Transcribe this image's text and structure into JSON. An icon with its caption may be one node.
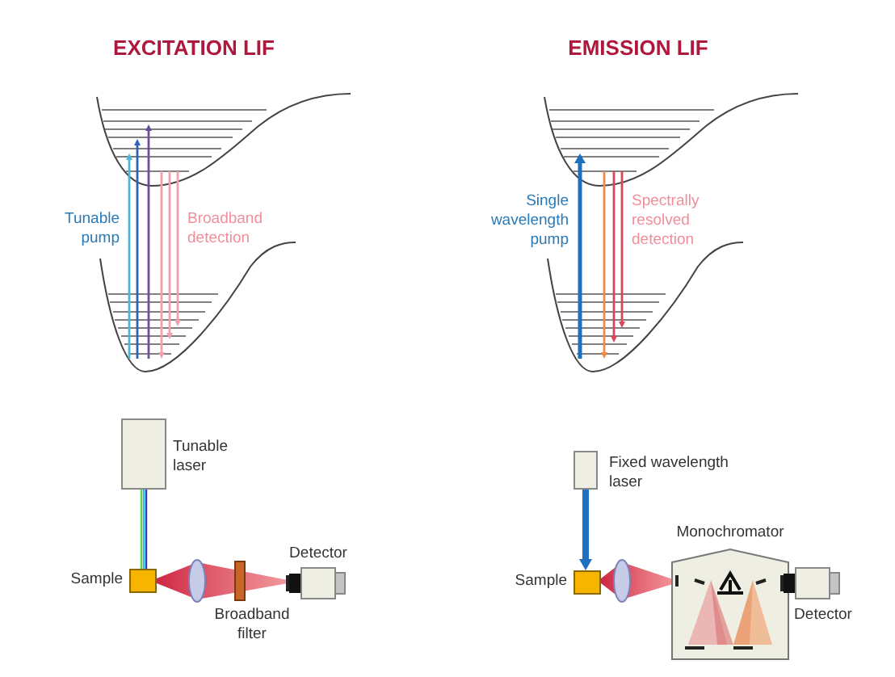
{
  "diagram": {
    "nodes": [
      {
        "text": [],
        "shape": "box",
        "beside": [
          "Tunable laser"
        ]
      },
      {
        "text": [],
        "shape": "box",
        "beside": [
          "Sample"
        ]
      },
      {
        "text": [],
        "shape": "ellipse"
      },
      {
        "text": [],
        "shape": "bar",
        "beside": [
          "Broadband filter"
        ]
      },
      {
        "text": [],
        "shape": "box",
        "beside": [
          "Detector"
        ]
      },
      {
        "text": [],
        "shape": "box",
        "beside": [
          "Fixed wavelength laser"
        ]
      },
      {
        "text": [],
        "shape": "box",
        "beside": [
          "Sample"
        ]
      },
      {
        "text": [],
        "shape": "ellipse"
      },
      {
        "text": [
          "Monochromator"
        ]
      },
      {
        "text": [],
        "shape": "box",
        "beside": [
          "Detector"
        ]
      }
    ],
    "edges": [
      {
        "from": 0,
        "to": 1,
        "arrow": "none"
      },
      {
        "from": 5,
        "to": 6,
        "arrow": "to",
        "style": "thick",
        "color": "#1f6fc0"
      }
    ],
    "labels": [
      "EXCITATION LIF",
      "EMISSION LIF",
      "Tunable pump",
      "Broadband detection",
      "Single wavelength pump",
      "Spectrally resolved detection"
    ]
  }
}
